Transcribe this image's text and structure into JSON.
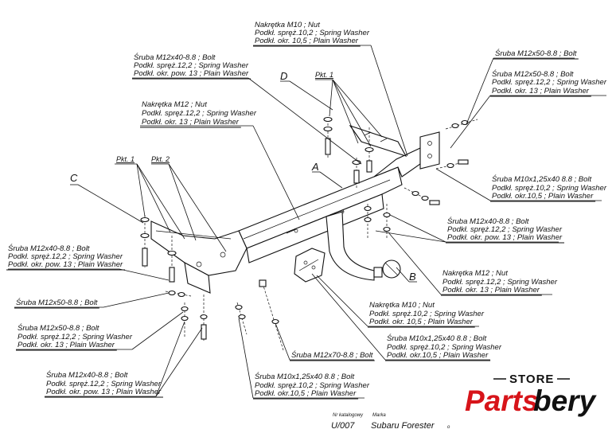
{
  "labels": {
    "nut_m10_top": [
      "Nakrętka  M10 ; Nut",
      "Podkł. spręż.10,2 ; Spring Washer",
      "Podkł. okr.  10,5 ; Plain Washer"
    ],
    "bolt_m12x40_top": [
      "Śruba M12x40-8.8 ;  Bolt",
      "Podkł. spręż.12,2 ; Spring Washer",
      "Podkł. okr. pow. 13 ; Plain Washer"
    ],
    "nut_m12_top": [
      "Nakrętka  M12 ; Nut",
      "Podkł. spręż.12,2 ; Spring Washer",
      "Podkł. okr.  13 ; Plain Washer"
    ],
    "bolt_m12x50_topright": [
      "Śruba M12x50-8.8 ;  Bolt"
    ],
    "bolt_m12x50_right": [
      "Śruba M12x50-8.8 ;  Bolt",
      "Podkł. spręż.12,2 ; Spring Washer",
      "Podkł. okr. 13 ; Plain Washer"
    ],
    "bolt_m10x125x40_right": [
      "Śruba M10x1,25x40 8.8 ;  Bolt",
      "Podkł. spręż.10,2 ; Spring Washer",
      "Podkł. okr.10,5 ; Plain Washer"
    ],
    "bolt_m12x40_midright": [
      "Śruba M12x40-8.8 ;  Bolt",
      "Podkł. spręż.12,2 ; Spring Washer",
      "Podkł. okr. pow. 13 ; Plain Washer"
    ],
    "bolt_m12x40_left": [
      "Śruba M12x40-8.8 ;  Bolt",
      "Podkł. spręż.12,2 ; Spring Washer",
      "Podkł. okr. pow. 13 ; Plain Washer"
    ],
    "bolt_m12x50_left": [
      "Śruba M12x50-8.8 ;  Bolt"
    ],
    "bolt_m12x50_leftlow": [
      "Śruba M12x50-8.8 ;  Bolt",
      "Podkł. spręż.12,2 ; Spring Washer",
      "Podkł. okr. 13 ; Plain Washer"
    ],
    "bolt_m12x40_bottomleft": [
      "Śruba M12x40-8.8 ;  Bolt",
      "Podkł. spręż.12,2 ; Spring Washer",
      "Podkł. okr. pow. 13 ; Plain Washer"
    ],
    "nut_m12_right": [
      "Nakrętka  M12 ; Nut",
      "Podkł. spręż.12,2 ; Spring Washer",
      "Podkł. okr.  13 ; Plain Washer"
    ],
    "nut_m10_center": [
      "Nakrętka  M10 ; Nut",
      "Podkł. spręż.10,2 ; Spring Washer",
      "Podkł. okr.  10,5 ; Plain Washer"
    ],
    "bolt_m10x125x40_centerlow": [
      "Śruba M10x1,25x40 8.8 ;  Bolt",
      "Podkł. spręż.10,2 ; Spring Washer",
      "Podkł. okr.10,5 ; Plain Washer"
    ],
    "bolt_m12x70": [
      "Śruba M12x70-8.8 ;  Bolt"
    ],
    "bolt_m10x125x40_bottom": [
      "Śruba M10x1,25x40 8.8 ;  Bolt",
      "Podkł. spręż.10,2 ; Spring Washer",
      "Podkł. okr.10,5 ; Plain Washer"
    ]
  },
  "refs": {
    "pkt1_top": "Pkt. 1",
    "pkt1_left": "Pkt. 1",
    "pkt2_left": "Pkt. 2",
    "letter_a": "A",
    "letter_b": "B",
    "letter_c": "C",
    "letter_d": "D"
  },
  "footer": {
    "catalog_label": "Nr katalogowy",
    "catalog_number": "U/007",
    "make_label": "Marka",
    "make_value": "Subaru Forester",
    "trailing": "o"
  },
  "brand": {
    "store": "STORE",
    "name_part1": "Parts",
    "name_part2": "bery",
    "color_red": "#d7141a",
    "color_black": "#111111"
  }
}
